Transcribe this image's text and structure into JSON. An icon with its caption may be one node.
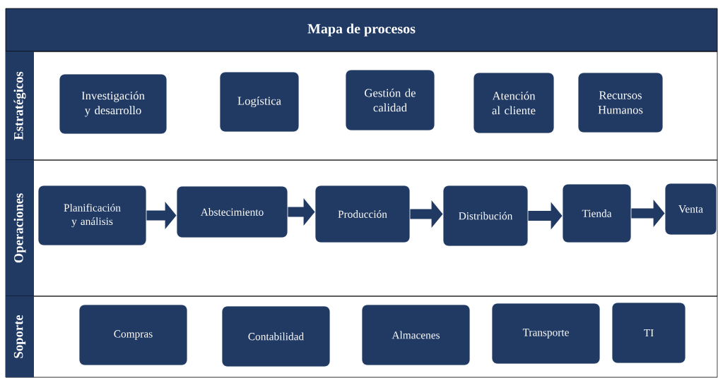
{
  "diagram": {
    "title": "Mapa de procesos",
    "nodes": [
      {
        "text": [
          "Estratégicos"
        ]
      },
      {
        "text": [
          "Investigación y desarrollo"
        ],
        "in": 0
      },
      {
        "text": [
          "Logística"
        ],
        "in": 0
      },
      {
        "text": [
          "Gestión de calidad"
        ],
        "in": 0
      },
      {
        "text": [
          "Atención al cliente"
        ],
        "in": 0
      },
      {
        "text": [
          "Recursos Humanos"
        ],
        "in": 0
      },
      {
        "text": [
          "Operaciones"
        ]
      },
      {
        "text": [
          "Planificación y análisis"
        ],
        "in": 6
      },
      {
        "text": [
          "Abstecimiento"
        ],
        "in": 6
      },
      {
        "text": [
          "Producción"
        ],
        "in": 6
      },
      {
        "text": [
          "Distribución"
        ],
        "in": 6
      },
      {
        "text": [
          "Tienda"
        ],
        "in": 6
      },
      {
        "text": [
          "Venta"
        ],
        "in": 6
      },
      {
        "text": [
          "Soporte"
        ]
      },
      {
        "text": [
          "Compras"
        ],
        "in": 13
      },
      {
        "text": [
          "Contabilidad"
        ],
        "in": 13
      },
      {
        "text": [
          "Almacenes"
        ],
        "in": 13
      },
      {
        "text": [
          "Transporte"
        ],
        "in": 13
      },
      {
        "text": [
          "TI"
        ],
        "in": 13
      }
    ],
    "edges": [
      {
        "from": 7,
        "to": 8,
        "arrow": "to"
      },
      {
        "from": 8,
        "to": 9,
        "arrow": "to"
      },
      {
        "from": 9,
        "to": 10,
        "arrow": "to"
      },
      {
        "from": 10,
        "to": 11,
        "arrow": "to"
      },
      {
        "from": 11,
        "to": 12,
        "arrow": "to"
      }
    ]
  }
}
